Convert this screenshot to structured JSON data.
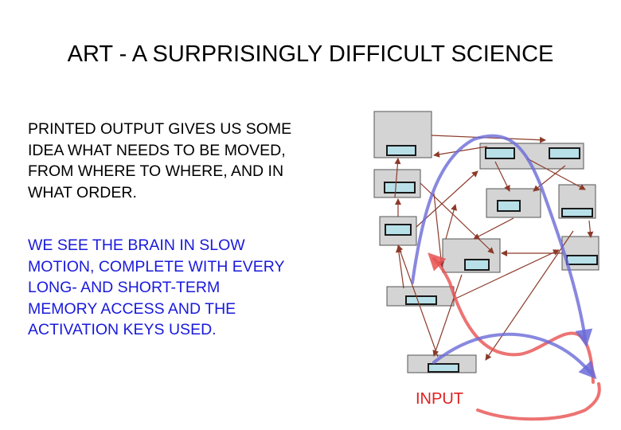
{
  "slide": {
    "title": "ART - A SURPRISINGLY DIFFICULT SCIENCE",
    "paragraph_1": "PRINTED OUTPUT GIVES US SOME\nIDEA WHAT NEEDS TO BE MOVED,\nFROM WHERE TO WHERE, AND IN\nWHAT ORDER.",
    "paragraph_2": "WE SEE THE BRAIN IN SLOW\nMOTION, COMPLETE WITH EVERY\nLONG- AND SHORT-TERM\nMEMORY ACCESS AND THE\nACTIVATION KEYS USED."
  },
  "diagram": {
    "input_label": "INPUT",
    "colors": {
      "box_fill": "#d4d4d4",
      "box_stroke": "#555555",
      "slot_fill": "#b8e0e8",
      "slot_stroke": "#1a1a1a",
      "arrow_brown": "#8b3a2a",
      "red_flow": "#e85050",
      "blue_flow": "#6a6ad8",
      "text_blue": "#1a1adb",
      "text_red": "#e02020"
    }
  }
}
